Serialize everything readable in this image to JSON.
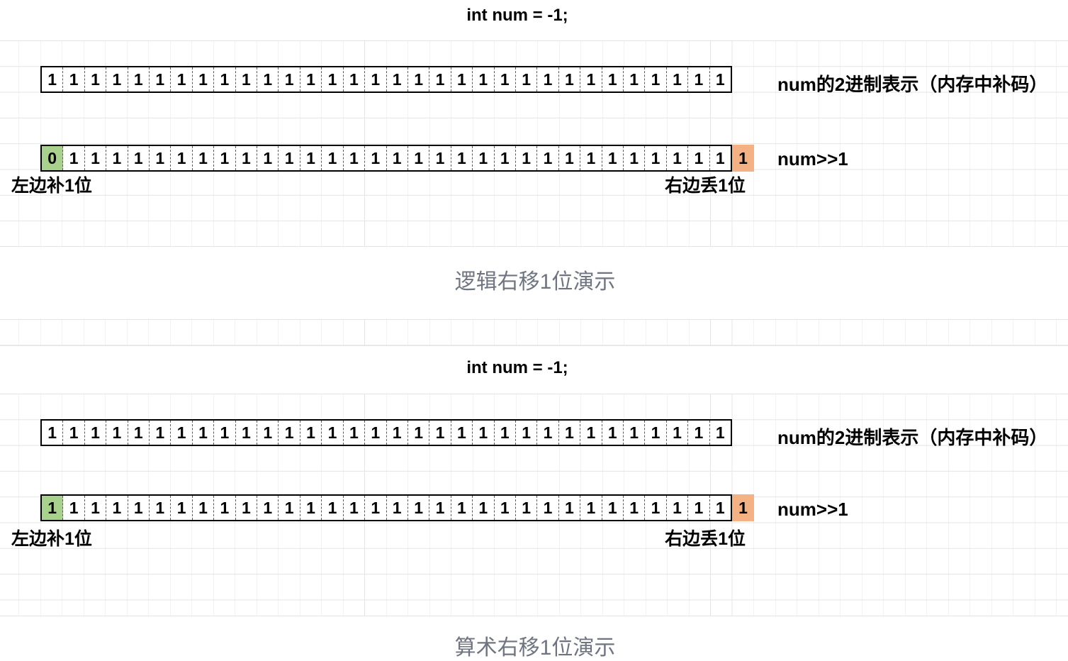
{
  "colors": {
    "pad_bit_fill": "#a9d18e",
    "dropped_bit_fill": "#f4b183",
    "grid_line": "#e4e4e4",
    "caption_text": "#6e7580",
    "bit_text": "#000000"
  },
  "sections": [
    {
      "title": "int num = -1;",
      "binary_row": {
        "bits": [
          "1",
          "1",
          "1",
          "1",
          "1",
          "1",
          "1",
          "1",
          "1",
          "1",
          "1",
          "1",
          "1",
          "1",
          "1",
          "1",
          "1",
          "1",
          "1",
          "1",
          "1",
          "1",
          "1",
          "1",
          "1",
          "1",
          "1",
          "1",
          "1",
          "1",
          "1",
          "1"
        ],
        "label": "num的2进制表示（内存中补码）"
      },
      "shift_row": {
        "bits": [
          {
            "v": "0",
            "bg": "green"
          },
          "1",
          "1",
          "1",
          "1",
          "1",
          "1",
          "1",
          "1",
          "1",
          "1",
          "1",
          "1",
          "1",
          "1",
          "1",
          "1",
          "1",
          "1",
          "1",
          "1",
          "1",
          "1",
          "1",
          "1",
          "1",
          "1",
          "1",
          "1",
          "1",
          "1",
          "1"
        ],
        "dropped_bit": "1",
        "label": "num>>1"
      },
      "pad_label": "左边补1位",
      "drop_label": "右边丢1位",
      "caption": "逻辑右移1位演示"
    },
    {
      "title": "int num = -1;",
      "binary_row": {
        "bits": [
          "1",
          "1",
          "1",
          "1",
          "1",
          "1",
          "1",
          "1",
          "1",
          "1",
          "1",
          "1",
          "1",
          "1",
          "1",
          "1",
          "1",
          "1",
          "1",
          "1",
          "1",
          "1",
          "1",
          "1",
          "1",
          "1",
          "1",
          "1",
          "1",
          "1",
          "1",
          "1"
        ],
        "label": "num的2进制表示（内存中补码）"
      },
      "shift_row": {
        "bits": [
          {
            "v": "1",
            "bg": "green"
          },
          "1",
          "1",
          "1",
          "1",
          "1",
          "1",
          "1",
          "1",
          "1",
          "1",
          "1",
          "1",
          "1",
          "1",
          "1",
          "1",
          "1",
          "1",
          "1",
          "1",
          "1",
          "1",
          "1",
          "1",
          "1",
          "1",
          "1",
          "1",
          "1",
          "1",
          "1"
        ],
        "dropped_bit": "1",
        "label": "num>>1"
      },
      "pad_label": "左边补1位",
      "drop_label": "右边丢1位",
      "caption": "算术右移1位演示"
    }
  ]
}
